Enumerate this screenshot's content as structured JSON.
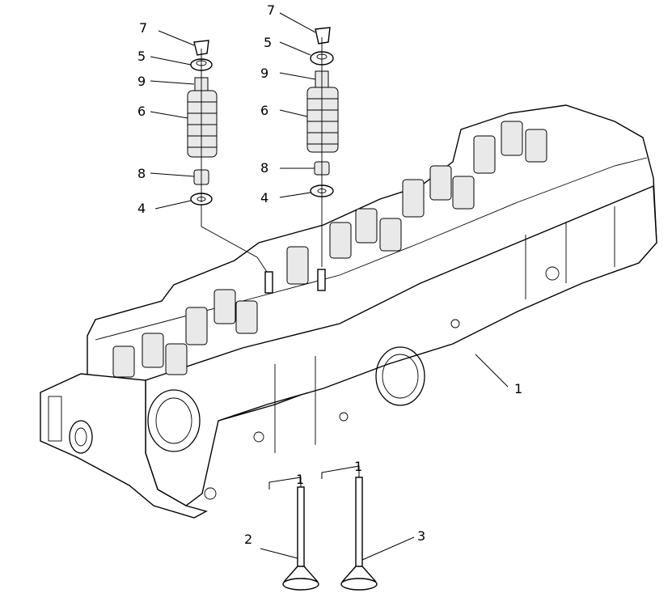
{
  "diagram": {
    "labels": {
      "l7a": "7",
      "l5a": "5",
      "l9a": "9",
      "l6a": "6",
      "l8a": "8",
      "l4a": "4",
      "l7b": "7",
      "l5b": "5",
      "l9b": "9",
      "l6b": "6",
      "l8b": "8",
      "l4b": "4",
      "l1_head": "1",
      "l1_intake": "1",
      "l1_exhaust": "1",
      "l2": "2",
      "l3": "3"
    }
  }
}
